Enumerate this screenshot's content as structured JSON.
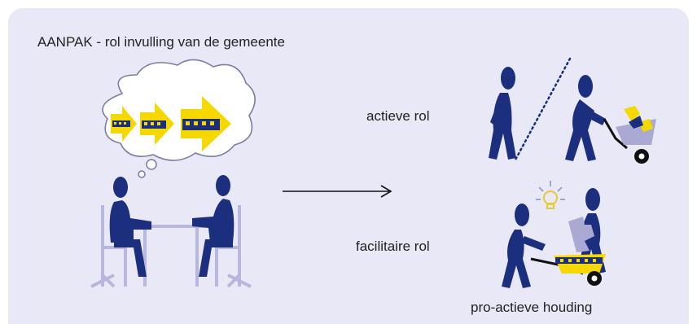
{
  "title": "AANPAK - rol invulling van de gemeente",
  "roles": {
    "active": "actieve rol",
    "facilitating": "facilitaire rol",
    "proactive": "pro-actieve houding"
  },
  "colors": {
    "background": "#e8e8f6",
    "figure": "#1b2f7e",
    "accent": "#f5d800",
    "furniture": "#b7b6dc",
    "object": "#a9a9d3"
  }
}
